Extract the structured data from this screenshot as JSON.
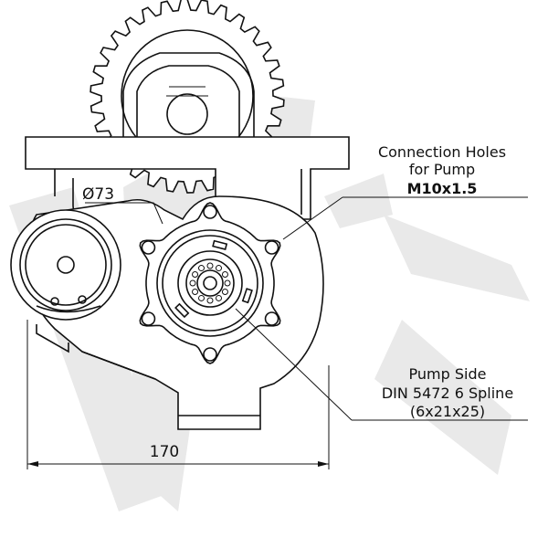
{
  "drawing": {
    "diameter_label": "Ø73",
    "width_dimension": "170",
    "callout_connection": {
      "line1": "Connection Holes",
      "line2": "for Pump",
      "line3": "M10x1.5"
    },
    "callout_pump_side": {
      "line1": "Pump Side",
      "line2": "DIN 5472 6 Spline",
      "line3": "(6x21x25)"
    }
  },
  "colors": {
    "line": "#111111",
    "watermark": "#e9e9e9",
    "background": "#ffffff"
  }
}
